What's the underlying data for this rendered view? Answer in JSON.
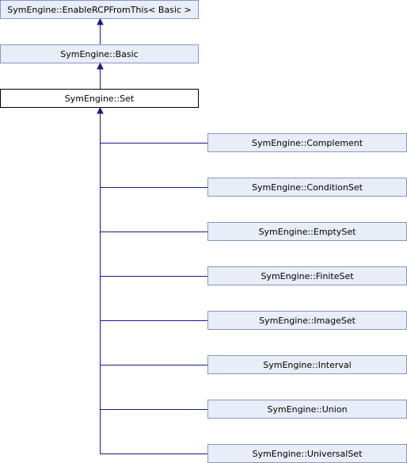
{
  "colors": {
    "box_fill": "#e8edf7",
    "box_border": "#8497c8",
    "focus_fill": "#ffffff",
    "focus_border": "#000000",
    "edge": "#19198a"
  },
  "nodes": {
    "enable_rcp": "SymEngine::EnableRCPFromThis< Basic >",
    "basic": "SymEngine::Basic",
    "set": "SymEngine::Set",
    "children": [
      "SymEngine::Complement",
      "SymEngine::ConditionSet",
      "SymEngine::EmptySet",
      "SymEngine::FiniteSet",
      "SymEngine::ImageSet",
      "SymEngine::Interval",
      "SymEngine::Union",
      "SymEngine::UniversalSet"
    ]
  }
}
